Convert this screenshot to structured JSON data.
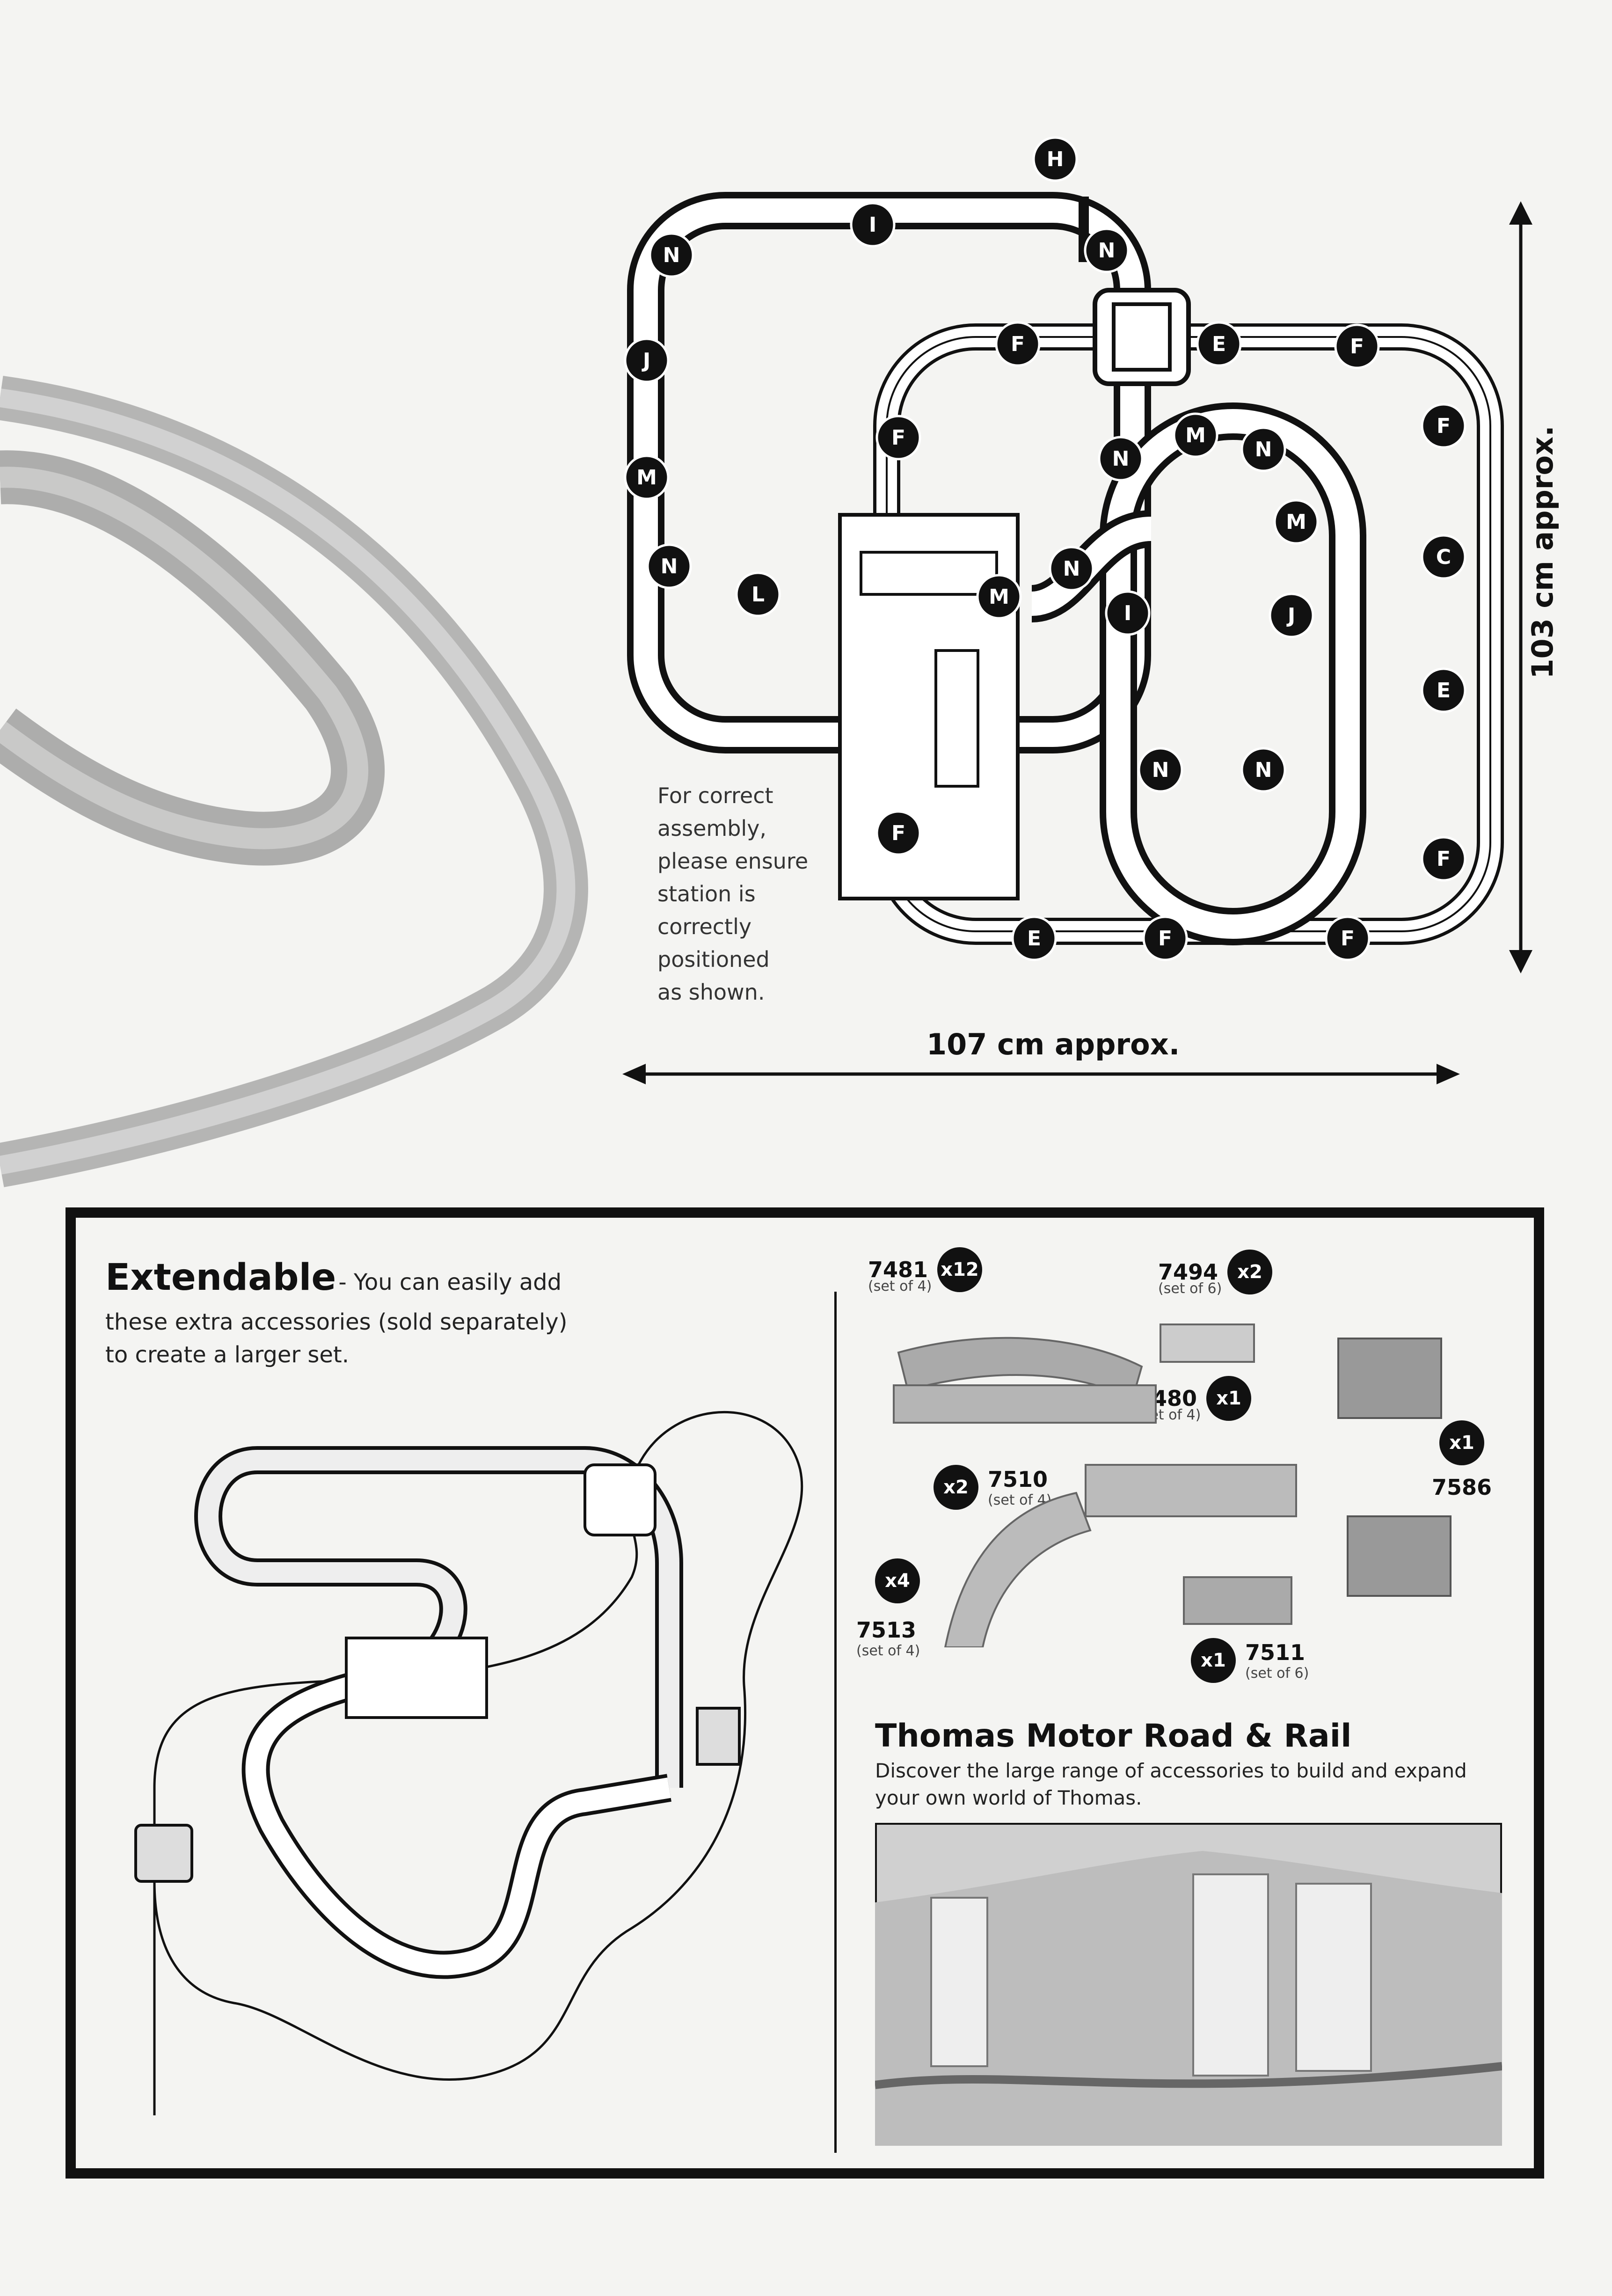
{
  "layout_diagram": {
    "markers": [
      "H",
      "I",
      "N",
      "N",
      "J",
      "M",
      "N",
      "L",
      "F",
      "E",
      "F",
      "F",
      "F",
      "N",
      "M",
      "N",
      "M",
      "N",
      "M",
      "I",
      "J",
      "C",
      "E",
      "N",
      "N",
      "F",
      "F",
      "E",
      "F",
      "F"
    ],
    "note_lines": [
      "For correct",
      "assembly,",
      "please ensure",
      "station is",
      "correctly",
      "positioned",
      "as shown."
    ],
    "height_label": "103 cm approx.",
    "width_label": "107 cm approx."
  },
  "extendable": {
    "title": "Extendable",
    "intro_lines": [
      "- You can easily add",
      "these extra accessories (sold separately)",
      "to create a larger set."
    ]
  },
  "accessories": {
    "items": [
      {
        "code": "7481",
        "sub": "(set of 4)",
        "qty": "x12"
      },
      {
        "code": "7494",
        "sub": "(set of 6)",
        "qty": "x2"
      },
      {
        "code": "7480",
        "sub": "(set of 4)",
        "qty": "x1"
      },
      {
        "code": "7586",
        "sub": "",
        "qty": "x1"
      },
      {
        "code": "7510",
        "sub": "(set of 4)",
        "qty": "x2"
      },
      {
        "code": "7513",
        "sub": "(set of 4)",
        "qty": "x4"
      },
      {
        "code": "7511",
        "sub": "(set of 6)",
        "qty": "x1"
      }
    ]
  },
  "promo": {
    "title": "Thomas Motor Road & Rail",
    "text_lines": [
      "Discover the large range of accessories to build and expand",
      "your own world of Thomas."
    ]
  }
}
